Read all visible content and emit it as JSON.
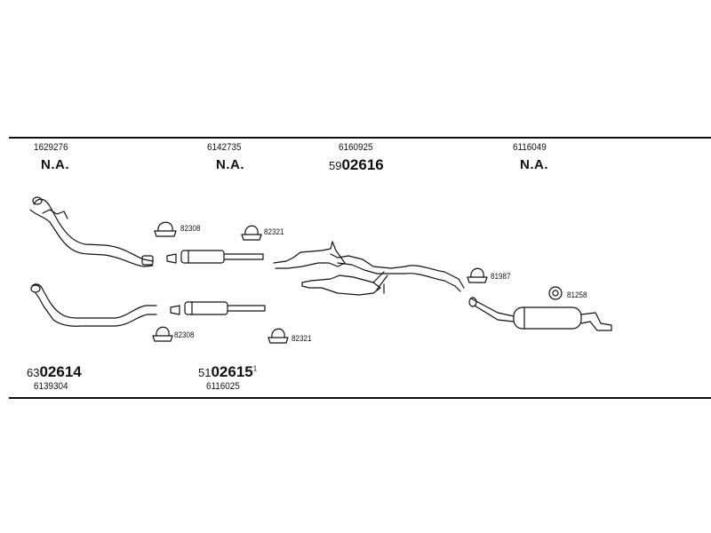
{
  "header": {
    "col1": {
      "part_number": "1629276",
      "status": "N.A."
    },
    "col2": {
      "part_number": "6142735",
      "status": "N.A."
    },
    "col3": {
      "part_number": "6160925",
      "prefix": "59",
      "code": "02616"
    },
    "col4": {
      "part_number": "6116049",
      "status": "N.A."
    }
  },
  "clamps": {
    "c1": "82308",
    "c2": "82321",
    "c3": "81987",
    "c4": "81258",
    "c5": "82308",
    "c6": "82321"
  },
  "footer": {
    "left": {
      "prefix": "63",
      "code": "02614",
      "part_number": "6139304"
    },
    "mid": {
      "prefix": "51",
      "code": "02615",
      "superscript": "1",
      "part_number": "6116025"
    }
  }
}
